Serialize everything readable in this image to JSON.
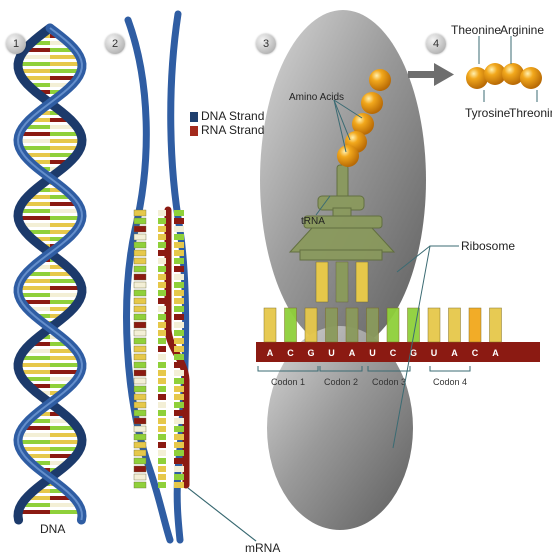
{
  "steps": [
    "1",
    "2",
    "3",
    "4"
  ],
  "labels": {
    "dna": "DNA",
    "mrna": "mRNA",
    "amino_acids": "Amino Acids",
    "trna": "tRNA",
    "ribosome": "Ribosome"
  },
  "legend": [
    {
      "label": "DNA Strand",
      "color": "#1f3f6e"
    },
    {
      "label": "RNA Strand",
      "color": "#a32a1c"
    }
  ],
  "mrna_bases": [
    "A",
    "C",
    "G",
    "U",
    "A",
    "U",
    "C",
    "G",
    "U",
    "A",
    "C",
    "A"
  ],
  "codons": [
    "Codon 1",
    "Codon 2",
    "Codon 3",
    "Codon 4"
  ],
  "amino_chain": {
    "top": [
      "Theonine",
      "Arginine"
    ],
    "bottom": [
      "Tyrosine",
      "Threonine"
    ]
  },
  "colors": {
    "dna_backbone": "#2f5da3",
    "rna_backbone": "#8b1a12",
    "ribosome": "#8e8e8e",
    "trna": "#8a9a5c",
    "amino": "#e59a10",
    "base_yellow": "#e6c84a",
    "base_green": "#8fd03a",
    "base_red": "#8b1a12",
    "base_white": "#f3efd6",
    "arrow": "#6e6e6e"
  }
}
